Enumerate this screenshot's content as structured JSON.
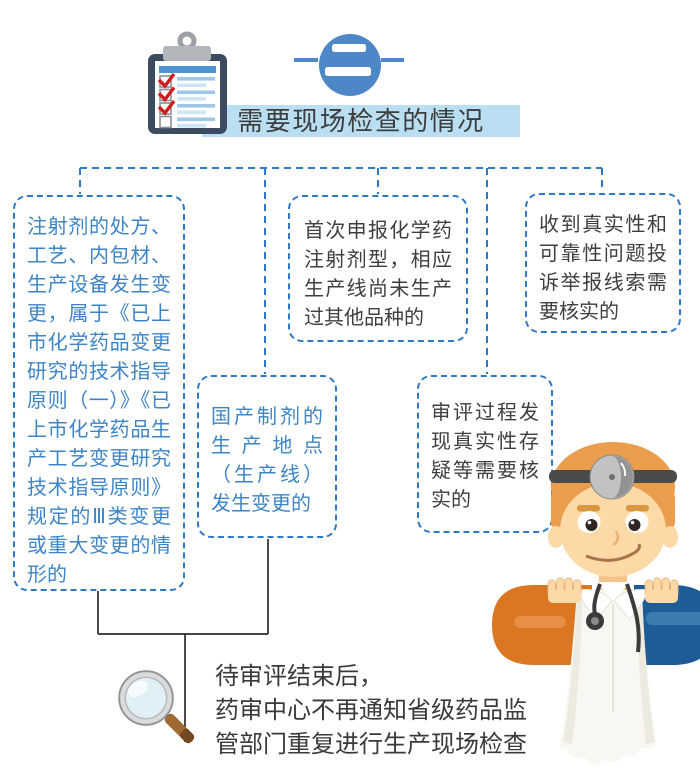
{
  "header": {
    "title": "需要现场检查的情况",
    "title_bar_color": "#badff2",
    "step_icon": "section-two-badge-icon",
    "checklist_icon": "clipboard-checklist-icon"
  },
  "boxes": {
    "injection_change": {
      "text": "注射剂的处方、工艺、内包材、生产设备发生变更，属于《已上市化学药品变更研究的技术指导原则（一）》《已上市化学药品生产工艺变更研究技术指导原则》规定的Ⅲ类变更或重大变更的情形的",
      "text_color": "#3d85c6"
    },
    "first_filing": {
      "text": "首次申报化学药注射剂型，相应生产线尚未生产过其他品种的",
      "text_color": "#3f3f3f"
    },
    "complaint_tip": {
      "text": "收到真实性和可靠性问题投诉举报线索需要核实的",
      "text_color": "#3f3f3f"
    },
    "site_change": {
      "text": "国产制剂的生产地点（生产线）发生变更的",
      "text_color": "#3d85c6"
    },
    "review_doubt": {
      "text": "审评过程发现真实性存疑等需要核实的",
      "text_color": "#3f3f3f"
    }
  },
  "note": {
    "icon": "magnifying-glass-icon",
    "text": "待审评结束后，\n药审中心不再通知省级药品监\n管部门重复进行生产现场检查"
  },
  "illustration": {
    "name": "doctor-holding-capsule",
    "capsule_left_color": "#db7623",
    "capsule_right_color": "#1e5c98",
    "coat_color": "#f9f7f1",
    "hair_color": "#eb9d4e",
    "skin_color": "#fdd9a8"
  },
  "colors": {
    "connector_blue": "#2e79c8",
    "connector_dark": "#2b2b2b",
    "accent_blue": "#4e87c7",
    "check_red": "#cf1d1d"
  }
}
